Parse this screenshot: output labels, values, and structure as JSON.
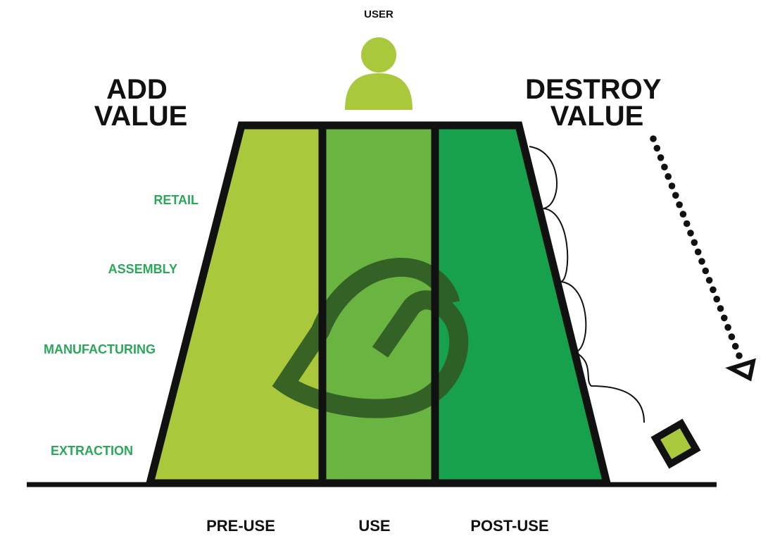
{
  "title_left": [
    "ADD",
    "VALUE"
  ],
  "title_right": [
    "DESTROY",
    "VALUE"
  ],
  "user_label": "USER",
  "stages": [
    {
      "label": "PRE-USE"
    },
    {
      "label": "USE"
    },
    {
      "label": "POST-USE"
    }
  ],
  "levels": [
    {
      "label": "RETAIL"
    },
    {
      "label": "ASSEMBLY"
    },
    {
      "label": "MANUFACTURING"
    },
    {
      "label": "EXTRACTION"
    }
  ],
  "colors": {
    "pre_use": "#a9c83c",
    "use": "#6ab542",
    "post_use": "#17a14c",
    "outline": "#111111",
    "swirl": "#2f5a24",
    "level_text": "#2aa85a",
    "user_icon": "#a9c83c",
    "box_fill": "#a9c83c"
  },
  "icons": {
    "user": "user-icon",
    "swirl": "circular-arrow-icon",
    "dotted_arrow": "dotted-arrow-icon",
    "waste": "waste-box-icon"
  }
}
